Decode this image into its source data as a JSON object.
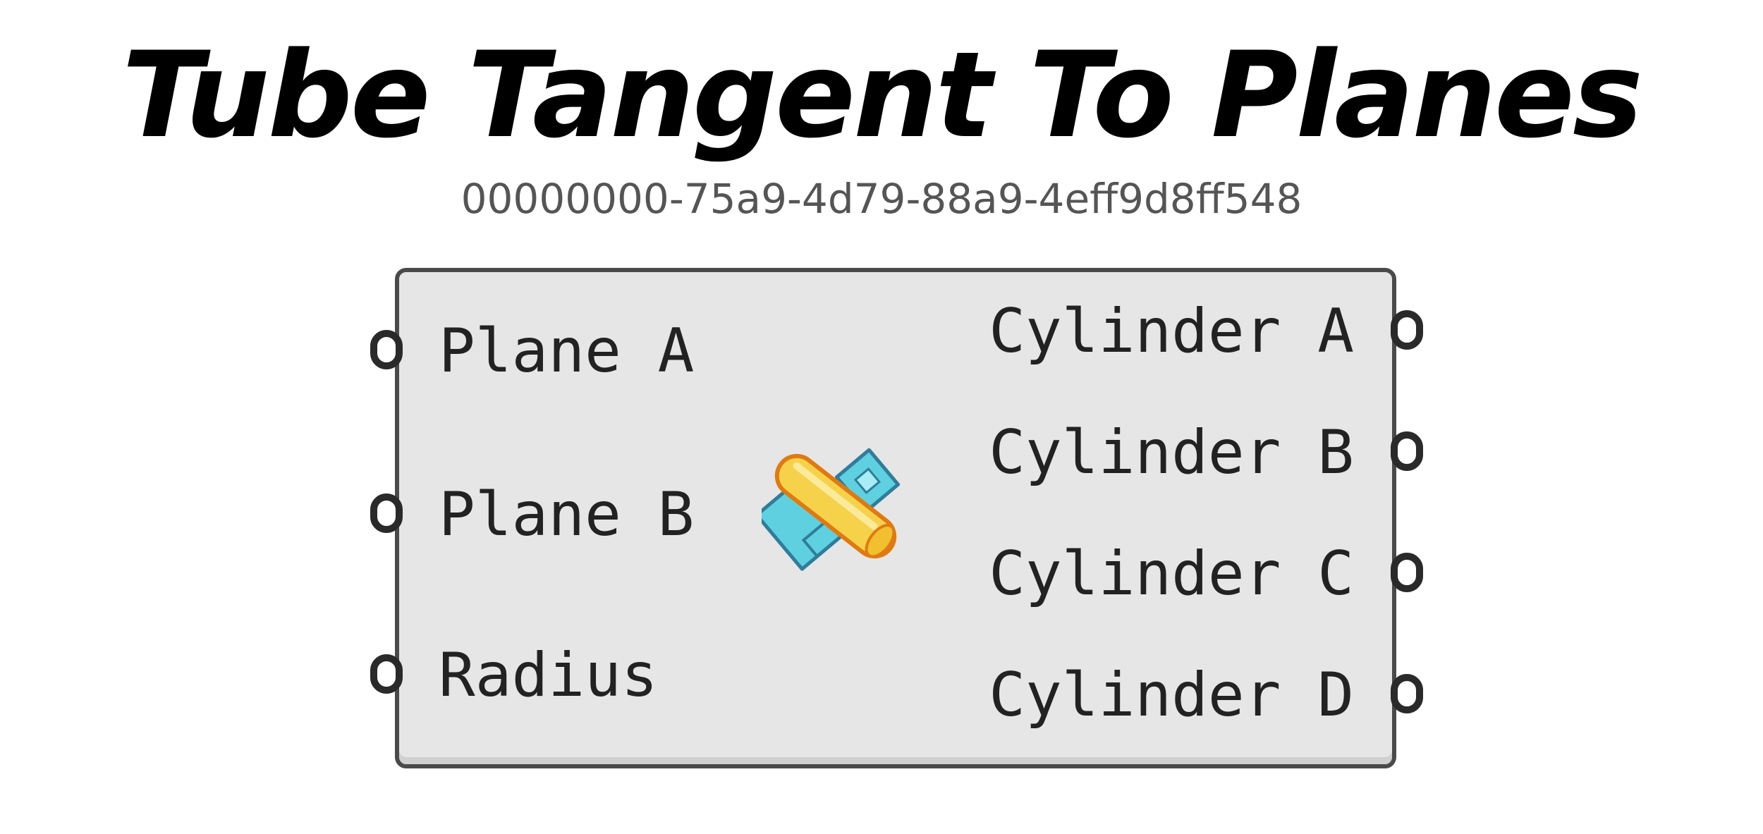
{
  "component": {
    "title": "Tube Tangent To Planes",
    "guid": "00000000-75a9-4d79-88a9-4eff9d8ff548",
    "icon": "tube-tangent-icon",
    "inputs": [
      {
        "label": "Plane A"
      },
      {
        "label": "Plane B"
      },
      {
        "label": "Radius"
      }
    ],
    "outputs": [
      {
        "label": "Cylinder A"
      },
      {
        "label": "Cylinder B"
      },
      {
        "label": "Cylinder C"
      },
      {
        "label": "Cylinder D"
      }
    ],
    "colors": {
      "body_fill": "#e6e6e6",
      "body_border": "#4a4a4a",
      "icon_cyan": "#5fd0e0",
      "icon_yellow": "#f5d24a",
      "icon_orange": "#e07a10"
    }
  }
}
